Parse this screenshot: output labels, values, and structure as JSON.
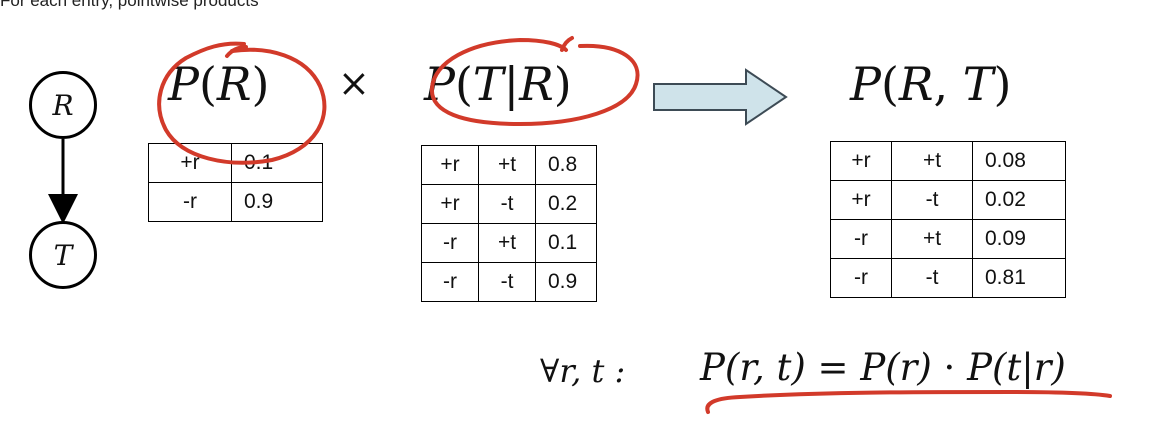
{
  "header": {
    "text": "For each entry, pointwise products"
  },
  "nodes": {
    "top": "R",
    "bottom": "T"
  },
  "equation": {
    "pr_P": "P",
    "pr_arg": "R",
    "times": "×",
    "ptr_P": "P",
    "ptr_arg1": "T",
    "ptr_bar": "|",
    "ptr_arg2": "R",
    "prt_P": "P",
    "prt_arg1": "R",
    "prt_comma": ",",
    "prt_arg2": "T"
  },
  "tables": {
    "p_r": [
      [
        "+r",
        "0.1"
      ],
      [
        "-r",
        "0.9"
      ]
    ],
    "p_t_given_r": [
      [
        "+r",
        "+t",
        "0.8"
      ],
      [
        "+r",
        "-t",
        "0.2"
      ],
      [
        "-r",
        "+t",
        "0.1"
      ],
      [
        "-r",
        "-t",
        "0.9"
      ]
    ],
    "p_rt": [
      [
        "+r",
        "+t",
        "0.08"
      ],
      [
        "+r",
        "-t",
        "0.02"
      ],
      [
        "-r",
        "+t",
        "0.09"
      ],
      [
        "-r",
        "-t",
        "0.81"
      ]
    ]
  },
  "formula": {
    "forall": "∀r, t :",
    "lhs": "P(r, t)",
    "eq": "=",
    "rhs1": "P(r)",
    "dot": "·",
    "rhs2": "P(t|r)"
  },
  "colors": {
    "ink": "#000000",
    "annotation": "#d23a2a",
    "arrow_fill": "#cfe3ea",
    "arrow_stroke": "#3d4b55"
  }
}
